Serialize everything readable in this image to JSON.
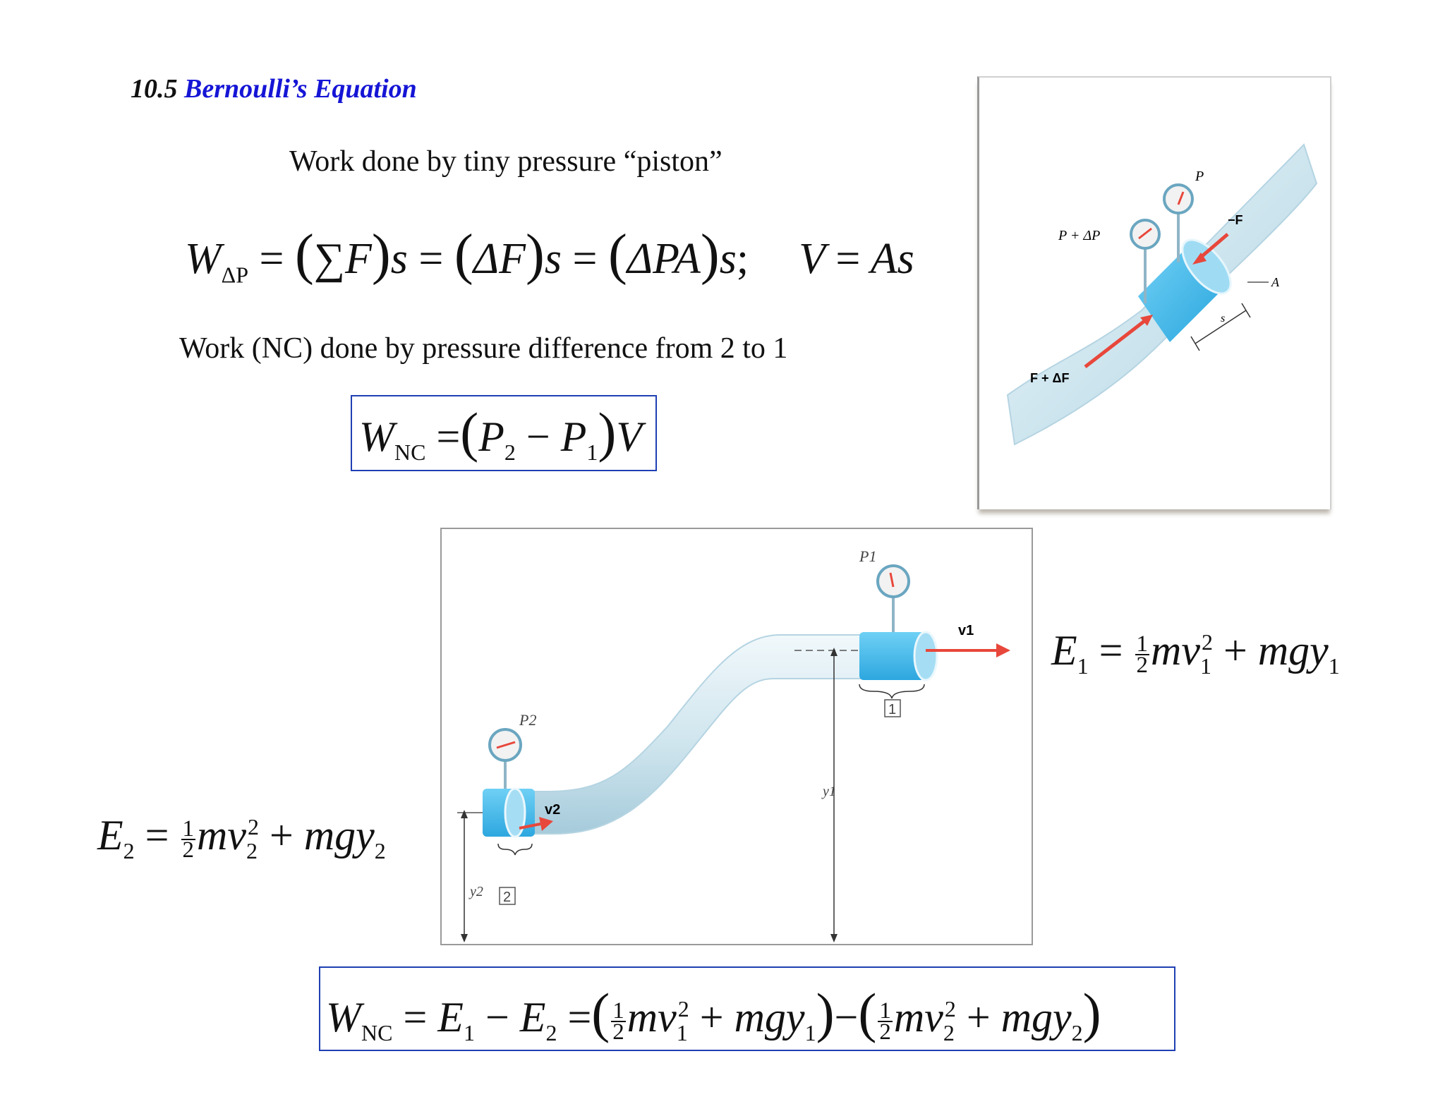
{
  "header": {
    "section_number": "10.5",
    "section_title": "Bernoulli’s Equation",
    "title_color": "#1515d6"
  },
  "text": {
    "piston_caption": "Work done by tiny pressure “piston”",
    "nc_caption": "Work (NC) done by pressure difference from 2 to 1"
  },
  "eq1": {
    "W": "W",
    "sub": "ΔP",
    "eq": "=",
    "sum": "∑",
    "F": "F",
    "s": "s",
    "dF": "ΔF",
    "dPA": "ΔPA",
    "semi": ";",
    "V": "V",
    "As": "As"
  },
  "eq2": {
    "W": "W",
    "sub": "NC",
    "P": "P",
    "two": "2",
    "minus": "−",
    "one": "1",
    "V": "V"
  },
  "energy": {
    "E": "E",
    "one": "1",
    "two": "2",
    "half_n": "1",
    "half_d": "2",
    "m": "m",
    "v": "v",
    "sq": "2",
    "mgy": "mgy",
    "plus": "+",
    "eq": "="
  },
  "diagram_piston": {
    "label_p": "P",
    "label_p_dp": "P + ΔP",
    "label_negF": "−F",
    "label_A": "A",
    "label_s": "s",
    "label_f_df": "F + ΔF",
    "tube_color": "#cfe6ef",
    "piston_color": "#3fb8ea",
    "arrow_color": "#e8473b"
  },
  "diagram_pipe": {
    "label_p1": "P1",
    "label_p2": "P2",
    "label_v1": "v1",
    "label_v2": "v2",
    "label_y1": "y1",
    "label_y2": "y2",
    "box1": "1",
    "box2": "2"
  },
  "colors": {
    "box_border": "#1f3fb3",
    "text": "#111111"
  }
}
